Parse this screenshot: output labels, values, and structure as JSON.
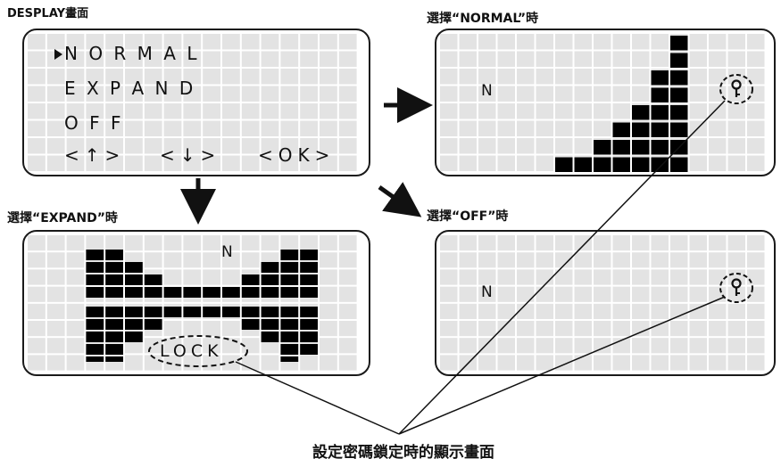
{
  "captions": {
    "display_screen": "DESPLAY畫面",
    "normal_selected": "選擇“NORMAL”時",
    "expand_selected": "選擇“EXPAND”時",
    "off_selected": "選擇“OFF”時",
    "bottom_note": "設定密碼鎖定時的顯示畫面"
  },
  "menu_panel": {
    "options": [
      "NORMAL",
      "EXPAND",
      "OFF"
    ],
    "selected_index": 0,
    "nav_left": "<↑>",
    "nav_down": "<↓>",
    "nav_ok": "<OK>"
  },
  "normal_panel": {
    "label": "N",
    "key_icon": "key-icon",
    "bar_levels": [
      1,
      1,
      2,
      3,
      4,
      6,
      8
    ]
  },
  "expand_panel": {
    "label": "N",
    "lock_text": "LOCK",
    "bar_halfheights": [
      4,
      4,
      3,
      2,
      1,
      1,
      1,
      1,
      2,
      3,
      4,
      4
    ],
    "lower_extra": [
      1,
      1,
      0,
      0,
      0,
      0,
      0,
      0,
      0,
      0,
      1,
      0
    ]
  },
  "off_panel": {
    "label": "N",
    "key_icon": "key-icon"
  },
  "colors": {
    "grid_cell": "#e3e3e3",
    "grid_line": "#ffffff",
    "segment": "#000000",
    "border": "#1a1a1a"
  }
}
